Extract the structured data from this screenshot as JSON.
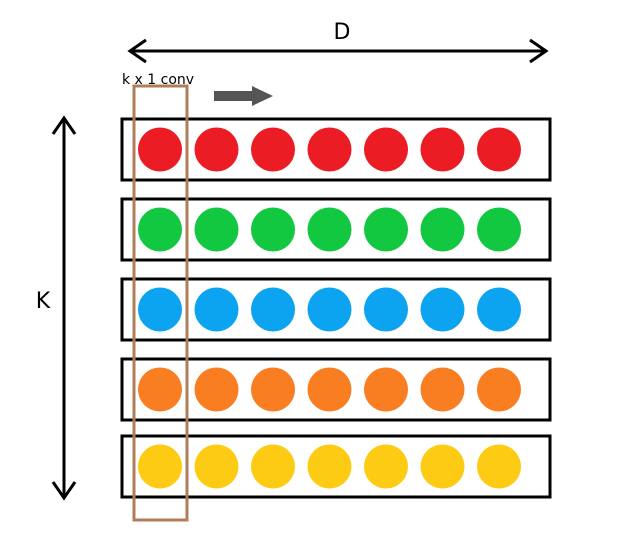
{
  "labels": {
    "width_dim": "D",
    "height_dim": "K",
    "conv": "k x 1 conv"
  },
  "colors": {
    "rows": [
      "#ec1c24",
      "#12c840",
      "#0ca4f0",
      "#f97e22",
      "#fdca14"
    ],
    "kernel_box": "#b07d5a",
    "direction_arrow": "#555555",
    "outline": "#000000"
  },
  "grid": {
    "rows": 5,
    "items_per_row": 7
  }
}
